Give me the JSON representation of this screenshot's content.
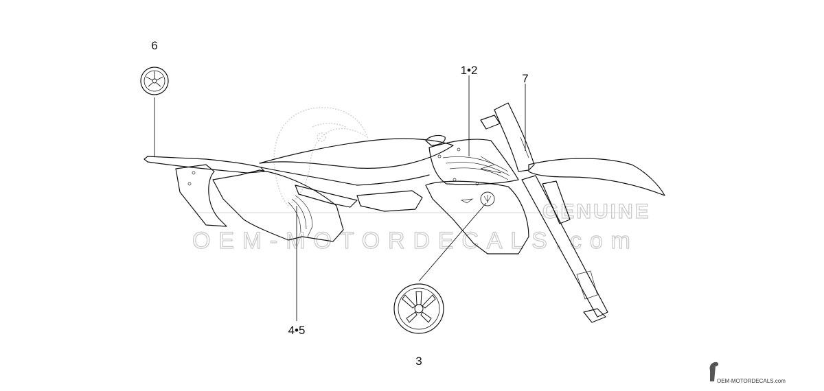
{
  "callouts": {
    "c6": "6",
    "c12": "1•2",
    "c7": "7",
    "c45": "4•5",
    "c3": "3"
  },
  "watermark": {
    "line1": "GENUINE",
    "line2": "OEM-MOTORDECALS.com"
  },
  "footer": {
    "site": "OEM-MOTORDECALS.com"
  },
  "icons": {
    "emblem": "tuning-fork-emblem-icon",
    "watermark_bird": "bird-head-logo-icon"
  }
}
